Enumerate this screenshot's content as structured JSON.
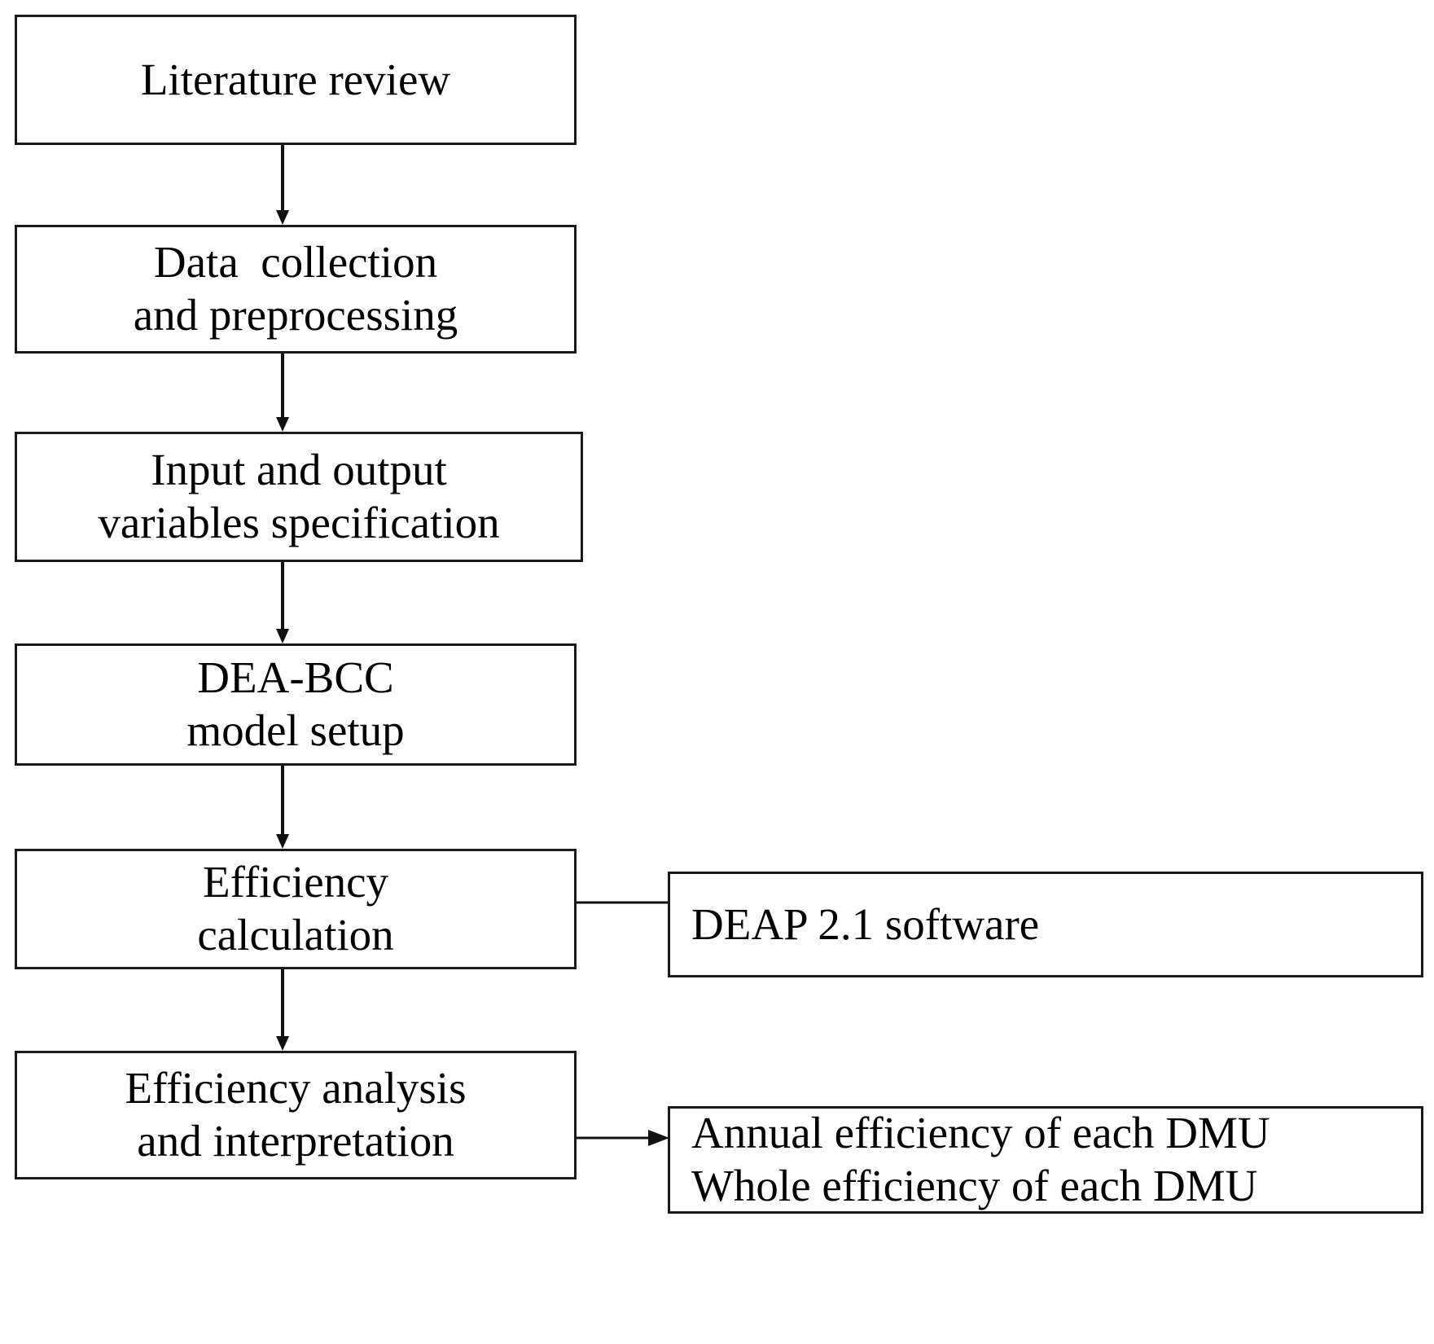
{
  "diagram": {
    "title": "DEA research methodology flowchart",
    "background_color": "#ffffff",
    "stroke_color": "#1a1a1a",
    "text_color": "#000000"
  },
  "nodes": {
    "literature_review": {
      "line1": "Literature review"
    },
    "data_collection": {
      "line1": "Data  collection",
      "line2": "and preprocessing"
    },
    "variable_spec": {
      "line1": "Input and output",
      "line2": "variables specification"
    },
    "model_setup": {
      "line1": "DEA-BCC",
      "line2": "model setup"
    },
    "efficiency_calc": {
      "line1": "Efficiency",
      "line2": "calculation"
    },
    "efficiency_analysis": {
      "line1": "Efficiency analysis",
      "line2": "and interpretation"
    },
    "deap_software": {
      "line1": "DEAP 2.1 software"
    },
    "dmu_results": {
      "line1": "Annual efficiency of each DMU",
      "line2": "Whole efficiency of each DMU"
    }
  },
  "edges": [
    {
      "name": "literature-review-to-data-collection",
      "from": "literature_review",
      "to": "data_collection",
      "direction": "down",
      "arrowhead": true
    },
    {
      "name": "data-collection-to-variable-spec",
      "from": "data_collection",
      "to": "variable_spec",
      "direction": "down",
      "arrowhead": true
    },
    {
      "name": "variable-spec-to-model-setup",
      "from": "variable_spec",
      "to": "model_setup",
      "direction": "down",
      "arrowhead": true
    },
    {
      "name": "model-setup-to-efficiency-calc",
      "from": "model_setup",
      "to": "efficiency_calc",
      "direction": "down",
      "arrowhead": true
    },
    {
      "name": "deap-software-to-model-setup-link",
      "from": "deap_software",
      "to": "model-setup-to-efficiency-calc",
      "direction": "left",
      "arrowhead": true
    },
    {
      "name": "efficiency-calc-to-efficiency-analysis",
      "from": "efficiency_calc",
      "to": "efficiency_analysis",
      "direction": "down",
      "arrowhead": true
    },
    {
      "name": "efficiency-calc-to-dmu-results",
      "from": "efficiency_calc",
      "to": "dmu_results",
      "direction": "right",
      "arrowhead": true
    }
  ]
}
